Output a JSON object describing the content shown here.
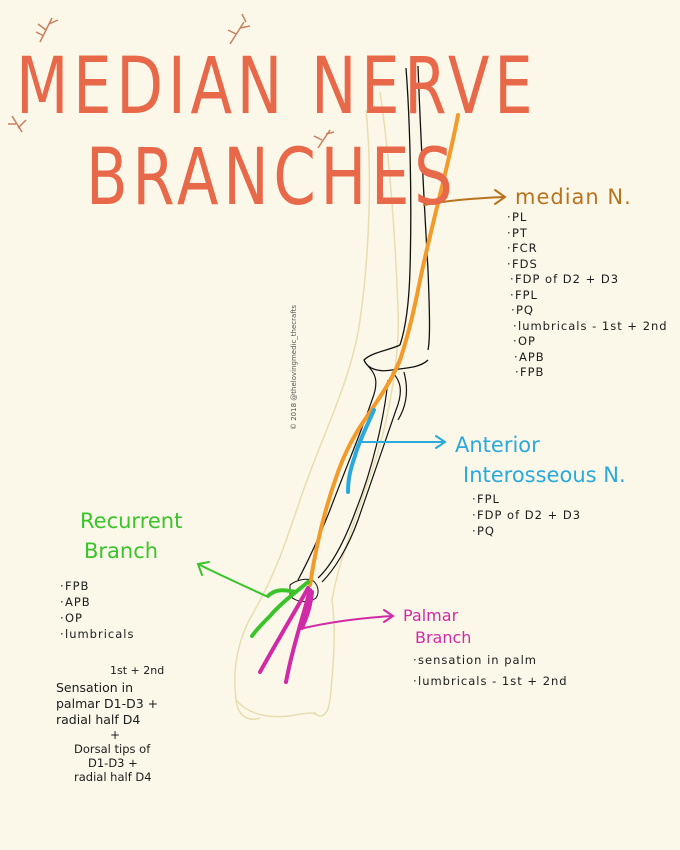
{
  "title": {
    "line1": "MEDIAN NERVE",
    "line2": "BRANCHES"
  },
  "credit": "© 2018 @thelovingmedic_thecrafts",
  "colors": {
    "title": "#e8684a",
    "median": "#b8731f",
    "median_line": "#f29b2b",
    "anterior": "#2aa9dc",
    "recurrent": "#3ac42a",
    "palmar": "#d12aa6",
    "outline": "#e8ddb0"
  },
  "median": {
    "heading": "median N.",
    "items": [
      "PL",
      "PT",
      "FCR",
      "FDS",
      "FDP of D2 + D3",
      "FPL",
      "PQ",
      "lumbricals - 1st + 2nd",
      "OP",
      "APB",
      "FPB"
    ]
  },
  "anterior": {
    "heading_line1": "Anterior",
    "heading_line2": "Interosseous N.",
    "items": [
      "FPL",
      "FDP of D2 + D3",
      "PQ"
    ]
  },
  "recurrent": {
    "heading_line1": "Recurrent",
    "heading_line2": "Branch",
    "items": [
      "FPB",
      "APB",
      "OP",
      "lumbricals"
    ],
    "lumbrical_note": "1st + 2nd",
    "notes": [
      "Sensation in",
      "palmar D1-D3 +",
      "radial half D4"
    ],
    "plus": "+",
    "notes2": [
      "Dorsal tips of",
      "D1-D3 +",
      "radial half D4"
    ]
  },
  "palmar": {
    "heading_line1": "Palmar",
    "heading_line2": "Branch",
    "items": [
      "sensation in palm",
      "lumbricals - 1st + 2nd"
    ]
  },
  "icons": [
    "twig-icon",
    "arrow-icon"
  ]
}
